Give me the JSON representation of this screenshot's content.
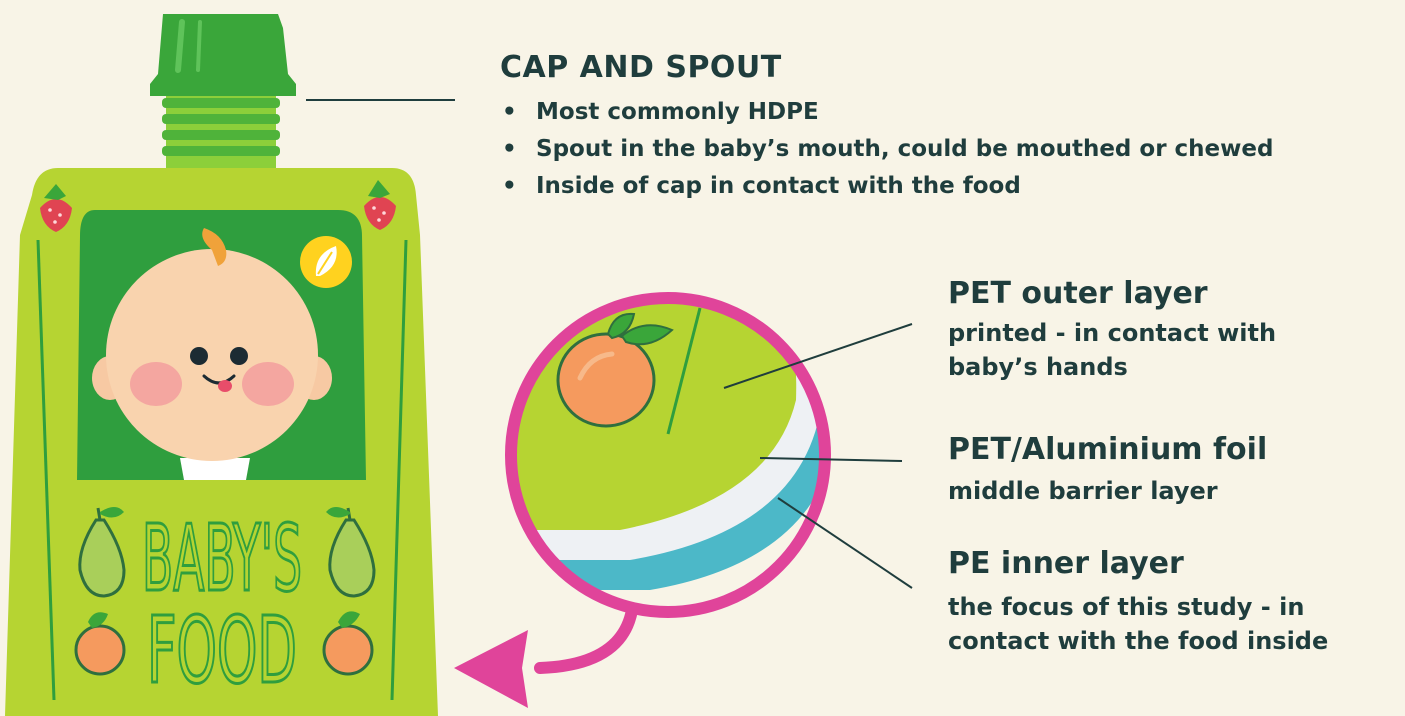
{
  "product_label": {
    "line1": "BABY'S",
    "line2": "FOOD"
  },
  "cap_and_spout": {
    "title": "CAP AND SPOUT",
    "bullets": [
      "Most commonly HDPE",
      "Spout in the baby’s mouth, could be mouthed or chewed",
      "Inside of cap in contact with the food"
    ]
  },
  "layers": {
    "outer": {
      "title": "PET outer layer",
      "description": "printed - in contact with baby’s hands"
    },
    "middle": {
      "title": "PET/Aluminium foil",
      "description": "middle barrier layer"
    },
    "inner": {
      "title": "PE inner layer",
      "description": "the focus of this study - in contact with the food inside"
    }
  },
  "colors": {
    "background": "#f8f4e7",
    "pouch_lime": "#b6d432",
    "pouch_green": "#2f9e3e",
    "cap_green": "#3aa63a",
    "magnifier_magenta": "#e0449a",
    "text_dark": "#1f3d3d",
    "foil_white": "#eef1f4",
    "inner_teal": "#4cb8c8"
  }
}
